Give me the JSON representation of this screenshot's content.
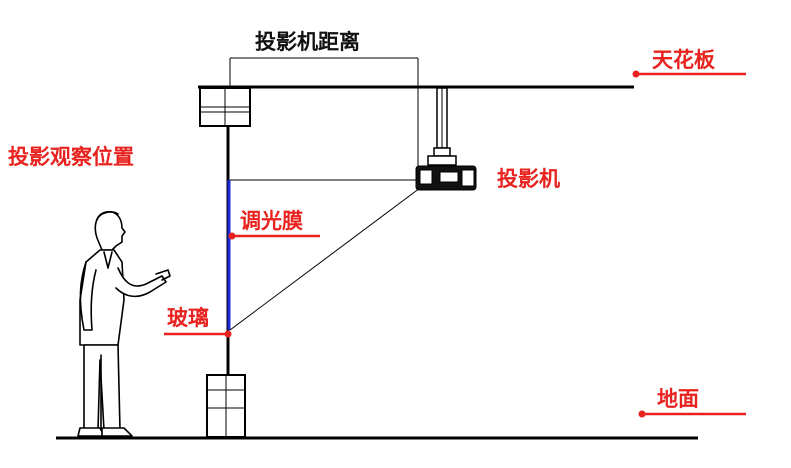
{
  "labels": {
    "projector_distance": "投影机距离",
    "ceiling": "天花板",
    "viewing_position": "投影观察位置",
    "projector": "投影机",
    "dimming_film": "调光膜",
    "glass": "玻璃",
    "floor": "地面"
  },
  "colors": {
    "label_red": "#e8231f",
    "label_black": "#111111",
    "film_blue": "#1a2bd6",
    "marker_red": "#e8231f",
    "line": "#000000"
  },
  "icons": {
    "projector": "projector-icon",
    "person": "person-figure",
    "ceiling_box": "ceiling-box",
    "floor_box": "floor-box"
  }
}
